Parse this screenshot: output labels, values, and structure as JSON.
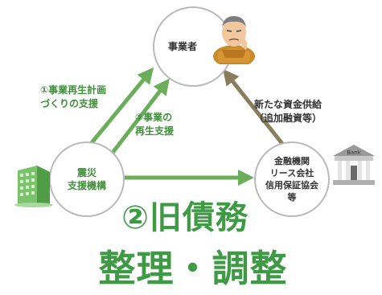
{
  "nodes": {
    "business": "事業者",
    "support_org": "震災\n支援機構",
    "financial": "金融機関\nリース会社\n信用保証協会\n等"
  },
  "edges": {
    "plan_support": "①事業再生計画\nづくりの支援",
    "rebuild_support": "③事業の\n再生支援",
    "new_funding": "新たな資金供給\n（追加融資等）"
  },
  "bank_sign": "Bank",
  "headline": {
    "line1": "②旧債務",
    "line2": "整理・調整"
  },
  "colors": {
    "green_arrow": "#6aae5a",
    "brown_arrow": "#8a7d5e",
    "headline_green": "#3e9a44",
    "circle_border": "#b9b9b9"
  }
}
